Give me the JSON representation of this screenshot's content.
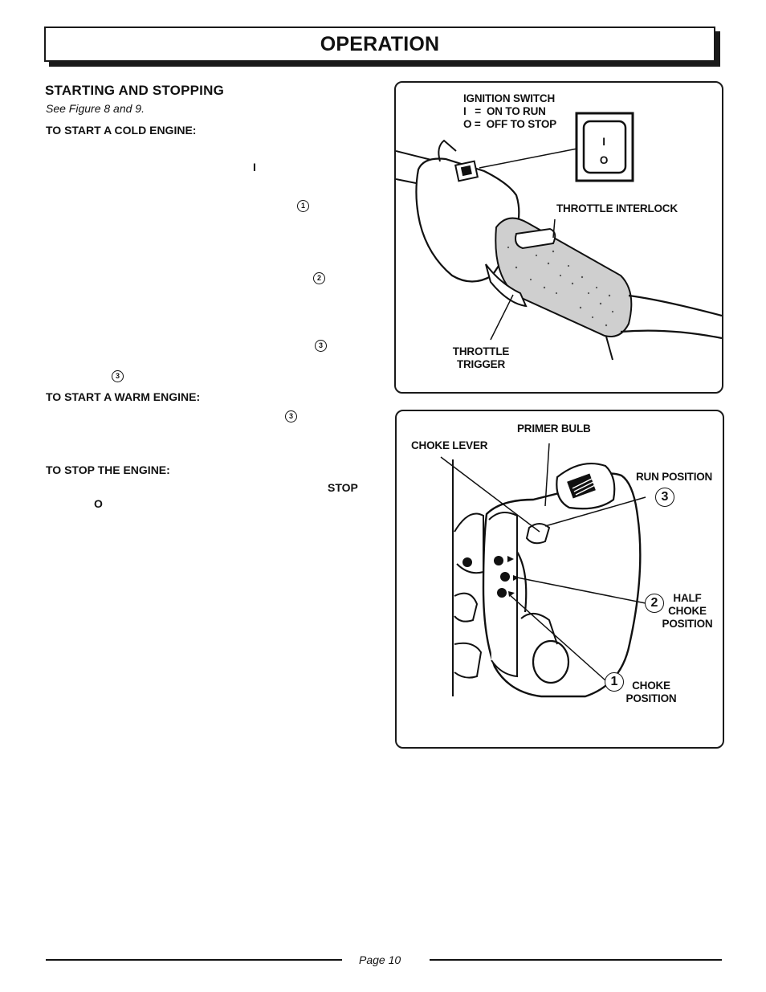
{
  "header": {
    "title": "OPERATION"
  },
  "section": {
    "title": "STARTING AND STOPPING",
    "subref": "See Figure 8 and 9.",
    "cold_heading": "TO START A COLD ENGINE:",
    "warm_heading": "TO START A WARM ENGINE:",
    "stop_heading": "TO STOP THE ENGINE:",
    "switch_on_symbol": "I",
    "stop_word": "STOP",
    "switch_off_symbol": "O",
    "markers": [
      "1",
      "2",
      "3",
      "3",
      "3"
    ]
  },
  "figure8": {
    "ignition_switch": {
      "title": "IGNITION SWITCH",
      "line_on": "I   =  ON TO RUN",
      "line_off": "O =  OFF TO STOP",
      "switch_top_symbol": "I",
      "switch_bottom_symbol": "O"
    },
    "throttle_interlock": "THROTTLE  INTERLOCK",
    "throttle_trigger": [
      "THROTTLE",
      "TRIGGER"
    ]
  },
  "figure9": {
    "primer_bulb": "PRIMER BULB",
    "choke_lever": "CHOKE LEVER",
    "run_position": {
      "number": "3",
      "label": "RUN POSITION"
    },
    "half_choke_position": {
      "number": "2",
      "label_lines": [
        "HALF",
        "CHOKE",
        "POSITION"
      ]
    },
    "choke_position": {
      "number": "1",
      "label_lines": [
        "CHOKE",
        "POSITION"
      ]
    }
  },
  "footer": {
    "page_label": "Page 10"
  }
}
